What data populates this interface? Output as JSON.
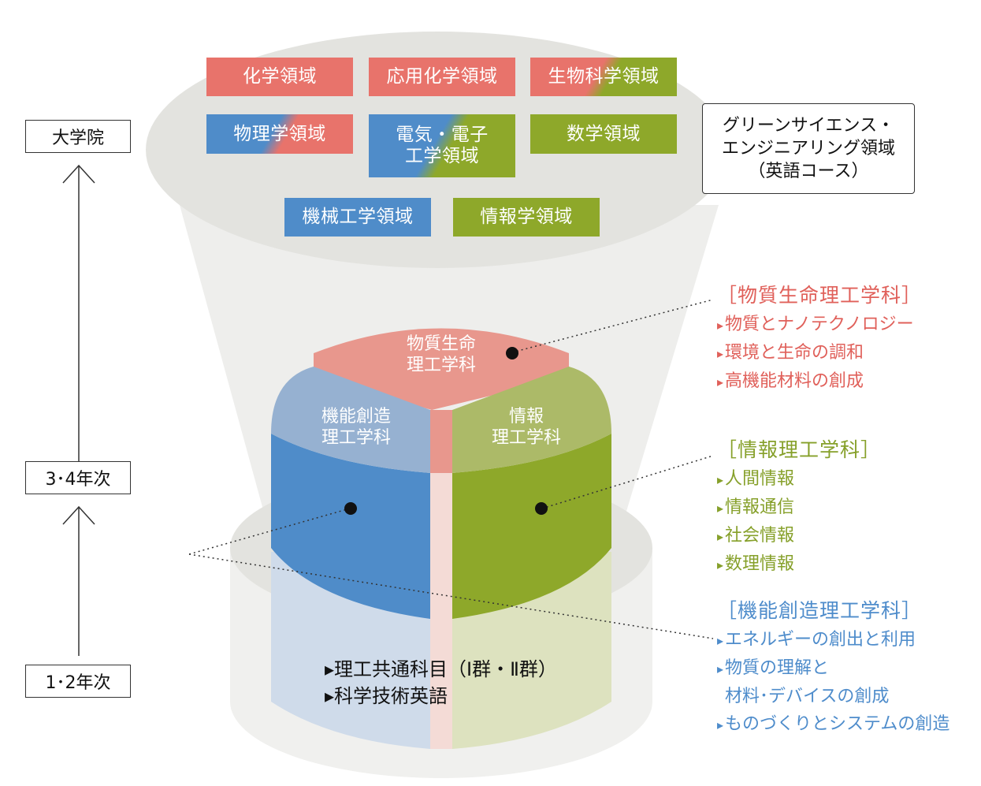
{
  "colors": {
    "red": "#e8736b",
    "green": "#8ea82a",
    "blue": "#4f8cc9",
    "salmon": "#e6968c",
    "dept_red": "#e0605a",
    "dept_green": "#86a02a",
    "dept_blue": "#4e8ccb"
  },
  "levels": {
    "graduate": "大学院",
    "year34": "3･4年次",
    "year12": "1･2年次"
  },
  "graduate_domains": {
    "chem": "化学領域",
    "applied_chem": "応用化学領域",
    "bio": "生物科学領域",
    "physics": "物理学領域",
    "ee_line1": "電気・電子",
    "ee_line2": "工学領域",
    "math": "数学領域",
    "mech": "機械工学領域",
    "info": "情報学領域",
    "gse_line1": "グリーンサイエンス・",
    "gse_line2": "エンジニアリング領域",
    "gse_line3": "（英語コース）"
  },
  "cylinder": {
    "matter_line1": "物質生命",
    "matter_line2": "理工学科",
    "func_line1": "機能創造",
    "func_line2": "理工学科",
    "info_line1": "情報",
    "info_line2": "理工学科",
    "common1": "▸理工共通科目（Ⅰ群・Ⅱ群）",
    "common2": "▸科学技術英語"
  },
  "departments": {
    "matter": {
      "title": "［物質生命理工学科］",
      "items": [
        "物質とナノテクノロジー",
        "環境と生命の調和",
        "高機能材料の創成"
      ]
    },
    "info": {
      "title": "［情報理工学科］",
      "items": [
        "人間情報",
        "情報通信",
        "社会情報",
        "数理情報"
      ]
    },
    "func": {
      "title": "［機能創造理工学科］",
      "items": [
        "エネルギーの創出と利用",
        "物質の理解と",
        "材料･デバイスの創成",
        "ものづくりとシステムの創造"
      ]
    }
  }
}
